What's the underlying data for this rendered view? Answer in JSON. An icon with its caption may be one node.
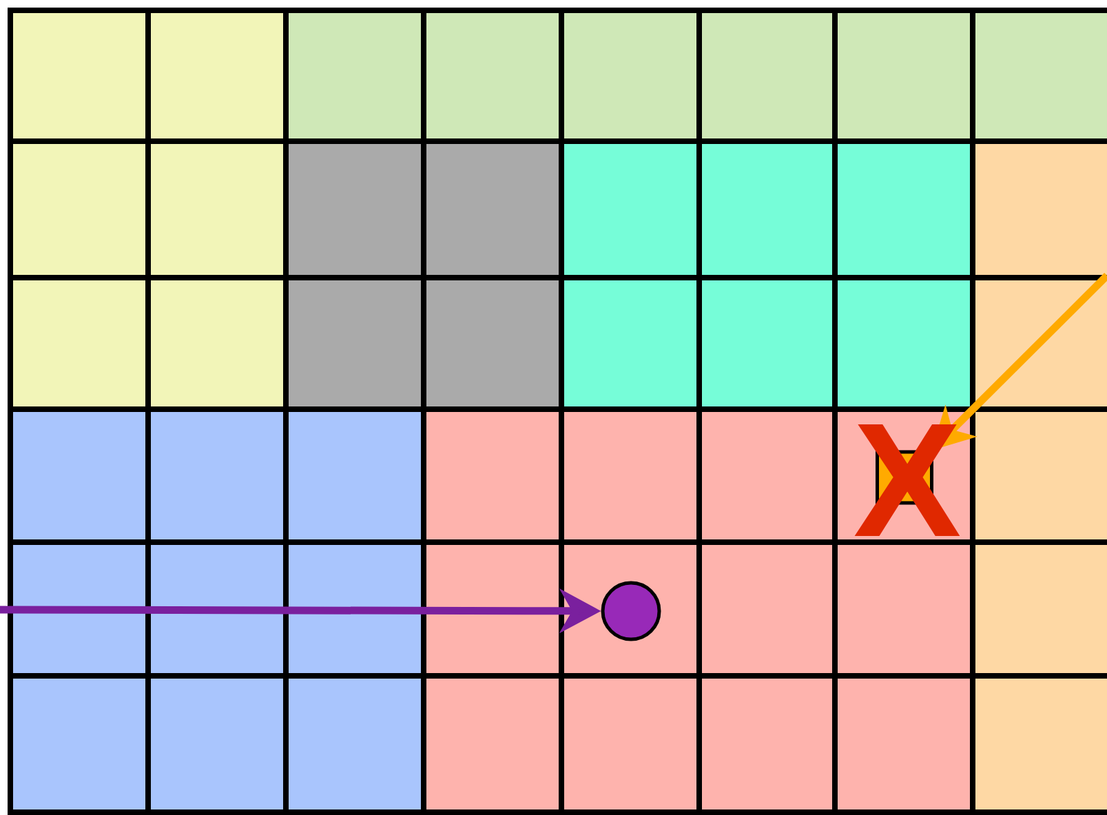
{
  "diagram": {
    "nodes": [
      {
        "text": [],
        "shape": "box"
      },
      {
        "text": [],
        "shape": "circle"
      }
    ],
    "edges": [
      {
        "from": null,
        "to": 0,
        "arrow": "to",
        "color": "#ffaa00"
      },
      {
        "from": null,
        "to": 1,
        "arrow": "to",
        "color": "#7a209e"
      }
    ],
    "labels": [
      "X"
    ]
  }
}
